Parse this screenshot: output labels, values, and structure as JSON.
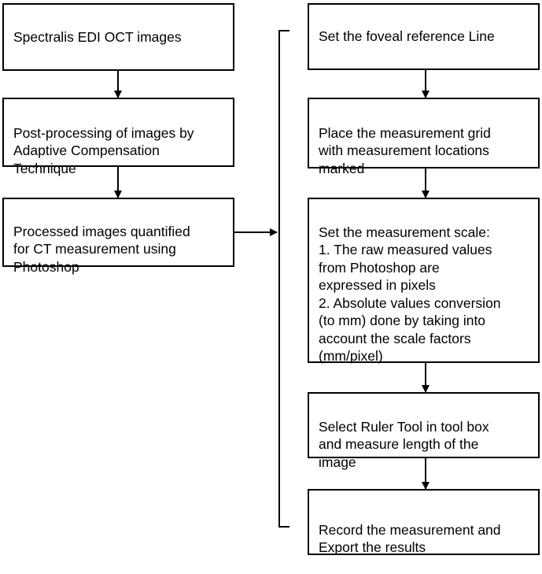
{
  "left_column": {
    "step1": "Spectralis EDI OCT images",
    "step2": "Post-processing of images by\nAdaptive Compensation\nTechnique",
    "step3": "Processed images quantified\nfor CT measurement using\nPhotoshop"
  },
  "right_column": {
    "step1": "Set the foveal reference Line",
    "step2": "Place the measurement grid\nwith measurement locations\nmarked",
    "step3": "Set the measurement scale:\n1. The raw measured values\nfrom Photoshop are\nexpressed in pixels\n2. Absolute values conversion\n(to mm) done by taking into\naccount the scale factors\n(mm/pixel)",
    "step4": "Select Ruler Tool in tool box\nand measure length of the\nimage",
    "step5": "Record the measurement and\nExport the results"
  }
}
